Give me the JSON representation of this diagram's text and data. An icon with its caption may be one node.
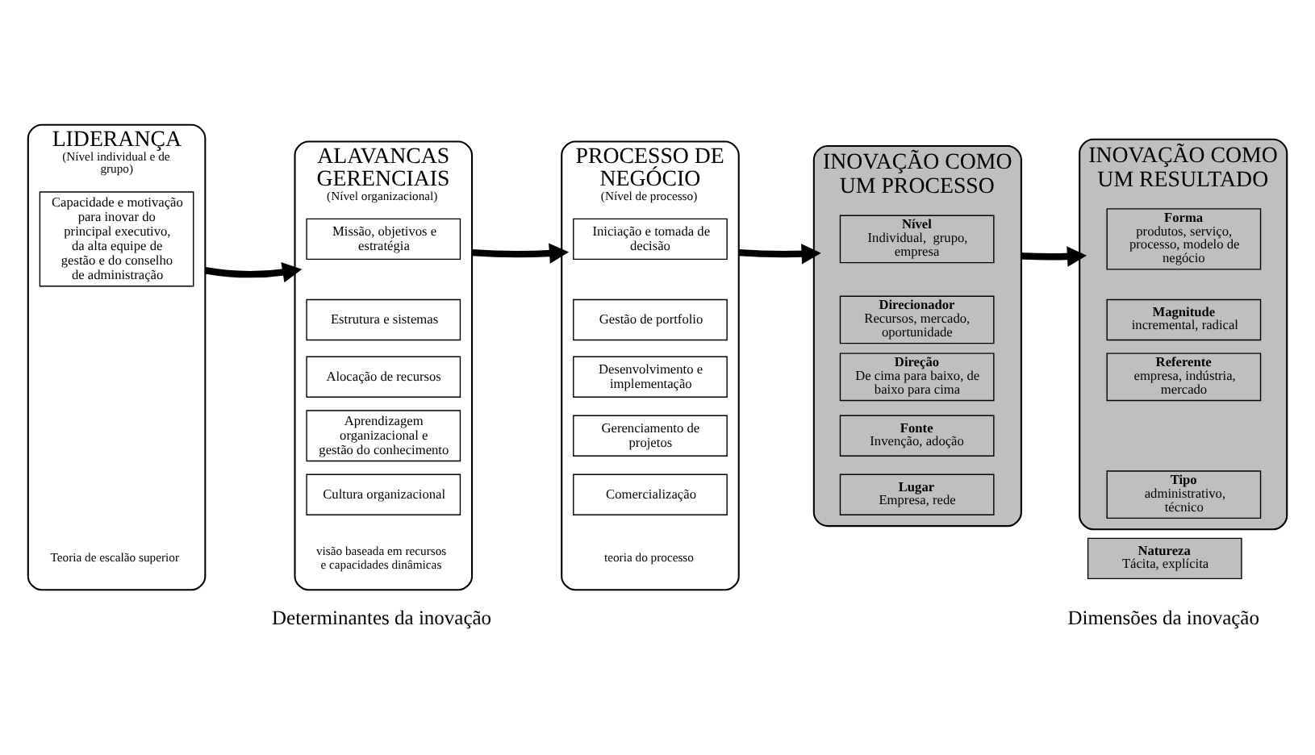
{
  "diagram": {
    "nodes": [
      {
        "text": [
          "LIDERANÇA",
          "(Nível individual e de grupo)",
          "Teoria de escalão superior"
        ]
      },
      {
        "text": [
          "Capacidade e motivação para inovar do principal executivo, da alta equipe de gestão e do conselho de administração"
        ],
        "in": 0
      },
      {
        "text": [
          "ALAVANCAS GERENCIAIS",
          "(Nível organizacional)",
          "visão baseada em recursos e capacidades dinâmicas"
        ]
      },
      {
        "text": [
          "Missão, objetivos e estratégia"
        ],
        "in": 2
      },
      {
        "text": [
          "Estrutura e sistemas"
        ],
        "in": 2
      },
      {
        "text": [
          "Alocação de recursos"
        ],
        "in": 2
      },
      {
        "text": [
          "Aprendizagem organizacional e gestão do conhecimento"
        ],
        "in": 2
      },
      {
        "text": [
          "Cultura organizacional"
        ],
        "in": 2
      },
      {
        "text": [
          "PROCESSO DE NEGÓCIO",
          "(Nível de processo)",
          "teoria do processo"
        ]
      },
      {
        "text": [
          "Iniciação e tomada de decisão"
        ],
        "in": 8
      },
      {
        "text": [
          "Gestão de portfolio"
        ],
        "in": 8
      },
      {
        "text": [
          "Desenvolvimento e implementação"
        ],
        "in": 8
      },
      {
        "text": [
          "Gerenciamento de projetos"
        ],
        "in": 8
      },
      {
        "text": [
          "Comercialização"
        ],
        "in": 8
      },
      {
        "text": [
          "INOVAÇÃO COMO UM PROCESSO"
        ]
      },
      {
        "text": [
          "Nível",
          "Individual,  grupo, empresa"
        ],
        "in": 14
      },
      {
        "text": [
          "Direcionador",
          "Recursos, mercado, oportunidade"
        ],
        "in": 14
      },
      {
        "text": [
          "Direção",
          "De cima para baixo, de baixo para cima"
        ],
        "in": 14
      },
      {
        "text": [
          "Fonte",
          "Invenção, adoção"
        ],
        "in": 14
      },
      {
        "text": [
          "Lugar",
          "Empresa, rede"
        ],
        "in": 14
      },
      {
        "text": [
          "INOVAÇÃO COMO UM RESULTADO"
        ]
      },
      {
        "text": [
          "Forma",
          "produtos, serviço, processo, modelo de negócio"
        ],
        "in": 20
      },
      {
        "text": [
          "Magnitude",
          "incremental, radical"
        ],
        "in": 20
      },
      {
        "text": [
          "Referente",
          "empresa, indústria, mercado"
        ],
        "in": 20
      },
      {
        "text": [
          "Tipo",
          "administrativo, técnico"
        ],
        "in": 20
      },
      {
        "text": [
          "Natureza",
          "Tácita, explícita"
        ]
      }
    ],
    "edges": [
      {
        "from": 0,
        "to": 2,
        "arrow": "to"
      },
      {
        "from": 2,
        "to": 8,
        "arrow": "to"
      },
      {
        "from": 8,
        "to": 14,
        "arrow": "to"
      },
      {
        "from": 14,
        "to": 20,
        "arrow": "to"
      }
    ],
    "labels": [
      "Determinantes da inovação",
      "Dimensões da inovação"
    ]
  }
}
